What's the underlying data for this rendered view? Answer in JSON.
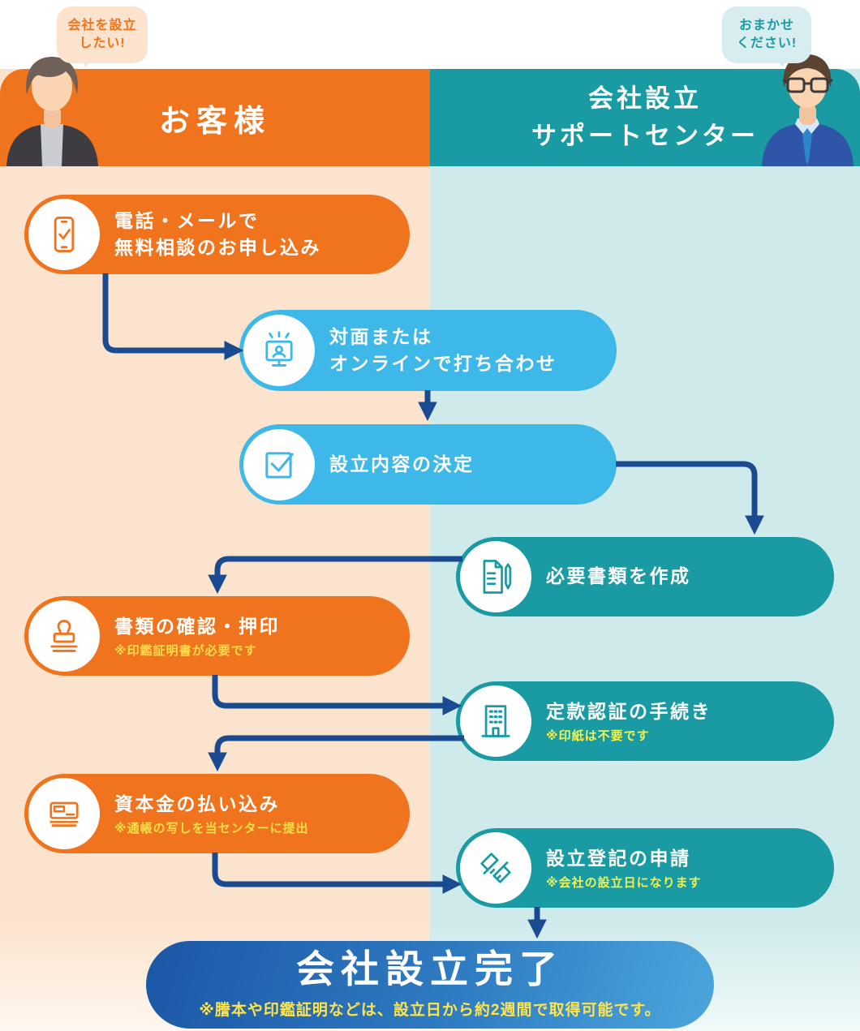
{
  "colors": {
    "orange": "#F0731E",
    "orange_column_bg": "#FCE3CD",
    "sky_blue": "#3EB7E9",
    "teal": "#1A9BA4",
    "teal_column_bg": "#CFEAEB",
    "arrow_navy": "#1A4A8F",
    "note_yellow_on_orange": "#FFE04A",
    "note_yellow_on_teal": "#F1F24F",
    "final_bar_gradient": [
      "#1B57A6",
      "#4BA6DC"
    ],
    "final_note_yellow": "#FFE44C"
  },
  "header": {
    "customer": {
      "bubble": "会社を設立\nしたい!",
      "title": "お客様"
    },
    "support": {
      "bubble": "おまかせ\nください!",
      "title": "会社設立\nサポートセンター"
    }
  },
  "steps": [
    {
      "actor": "customer",
      "icon": "phone-check-icon",
      "title": "電話・メールで\n無料相談のお申し込み",
      "note": ""
    },
    {
      "actor": "both",
      "icon": "online-meeting-icon",
      "title": "対面または\nオンラインで打ち合わせ",
      "note": ""
    },
    {
      "actor": "both",
      "icon": "checkbox-icon",
      "title": "設立内容の決定",
      "note": ""
    },
    {
      "actor": "support",
      "icon": "document-pen-icon",
      "title": "必要書類を作成",
      "note": ""
    },
    {
      "actor": "customer",
      "icon": "stamp-icon",
      "title": "書類の確認・押印",
      "note": "※印鑑証明書が必要です"
    },
    {
      "actor": "support",
      "icon": "building-icon",
      "title": "定款認証の手続き",
      "note": "※印紙は不要です"
    },
    {
      "actor": "customer",
      "icon": "bankbook-icon",
      "title": "資本金の払い込み",
      "note": "※通帳の写しを当センターに提出"
    },
    {
      "actor": "support",
      "icon": "handshake-icon",
      "title": "設立登記の申請",
      "note": "※会社の設立日になります"
    }
  ],
  "final": {
    "title": "会社設立完了",
    "note": "※謄本や印鑑証明などは、設立日から約2週間で取得可能です。"
  }
}
